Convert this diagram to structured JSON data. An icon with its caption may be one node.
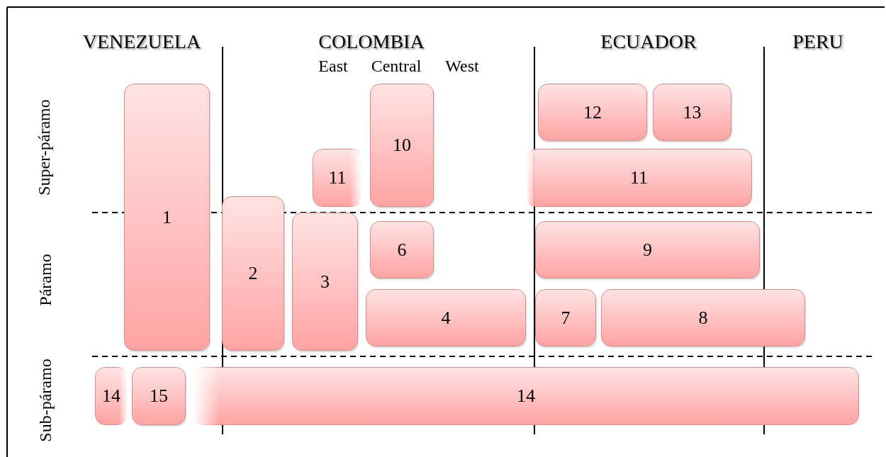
{
  "diagram": {
    "nodes": [
      {
        "text": [
          "1"
        ]
      },
      {
        "text": [
          "10"
        ]
      },
      {
        "text": [
          "12"
        ]
      },
      {
        "text": [
          "13"
        ]
      },
      {
        "text": [
          "11"
        ]
      },
      {
        "text": [
          "11"
        ]
      },
      {
        "text": [
          "2"
        ]
      },
      {
        "text": [
          "3"
        ]
      },
      {
        "text": [
          "6"
        ]
      },
      {
        "text": [
          "9"
        ]
      },
      {
        "text": [
          "4"
        ]
      },
      {
        "text": [
          "7"
        ]
      },
      {
        "text": [
          "8"
        ]
      },
      {
        "text": [
          "14"
        ]
      },
      {
        "text": [
          "15"
        ]
      },
      {
        "text": [
          "14"
        ]
      }
    ],
    "edges": [],
    "labels": [
      "VENEZUELA",
      "COLOMBIA",
      "ECUADOR",
      "PERU",
      "East",
      "Central",
      "West",
      "Super-páramo",
      "Páramo",
      "Sub-páramo"
    ]
  }
}
